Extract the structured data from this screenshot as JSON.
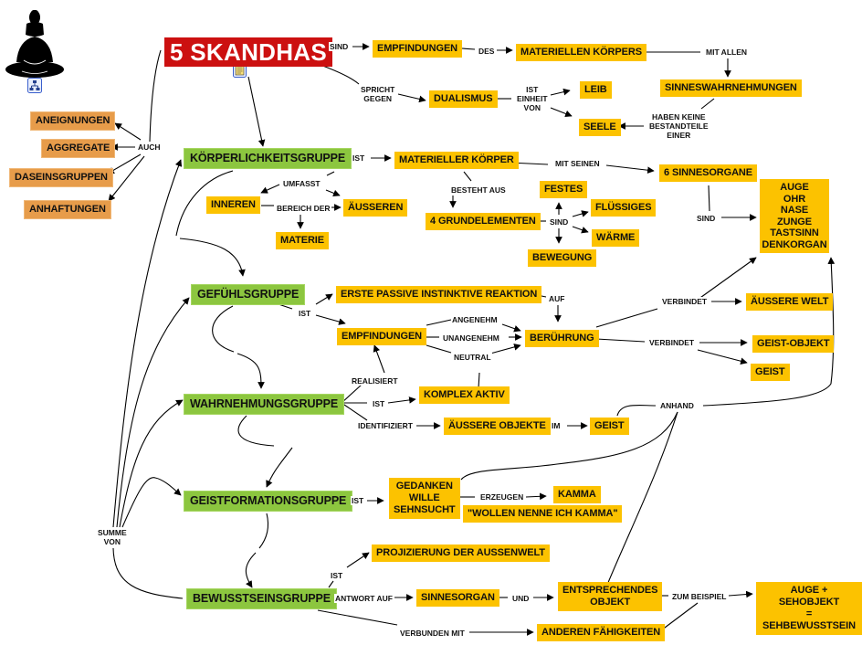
{
  "root": {
    "label": "5 SKANDHAS"
  },
  "colors": {
    "root": "#cc1010",
    "group": "#8cc63f",
    "concept": "#fcc200",
    "synonym": "#e79c4a",
    "line": "#000000"
  },
  "icons": [
    "buddha-figure-icon",
    "hierarchy-icon",
    "note-icon"
  ],
  "synonyms": {
    "label": "AUCH",
    "items": [
      "ANEIGNUNGEN",
      "AGGREGATE",
      "DASEINSGRUPPEN",
      "ANHAFTUNGEN"
    ]
  },
  "top_branch": {
    "sind": "SIND",
    "empfindungen": "EMPFINDUNGEN",
    "des": "DES",
    "materiellen_koerpers": "MATERIELLEN KÖRPERS",
    "mit_allen": "MIT ALLEN",
    "sinneswahrnehmungen": "SINNESWAHRNEHMUNGEN",
    "haben_keine": "HABEN KEINE\nBESTANDTEILE\nEINER",
    "spricht_gegen": "SPRICHT\nGEGEN",
    "dualismus": "DUALISMUS",
    "ist_einheit_von": "IST\nEINHEIT\nVON",
    "leib": "LEIB",
    "seele": "SEELE"
  },
  "groups": {
    "koerper": "KÖRPERLICHKEITSGRUPPE",
    "gefuehl": "GEFÜHLSGRUPPE",
    "wahrnehmung": "WAHRNEHMUNGSGRUPPE",
    "geistformation": "GEISTFORMATIONSGRUPPE",
    "bewusstsein": "BEWUSSTSEINSGRUPPE"
  },
  "summe_von": "SUMME\nVON",
  "koerper_branch": {
    "ist": "IST",
    "materieller_koerper": "MATERIELLER KÖRPER",
    "mit_seinen": "MIT SEINEN",
    "sinnesorgane": "6 SINNESORGANE",
    "sind": "SIND",
    "organ_list": "AUGE\nOHR\nNASE\nZUNGE\nTASTSINN\nDENKORGAN",
    "besteht_aus": "BESTEHT AUS",
    "grundelemente": "4 GRUNDELEMENTEN",
    "sind2": "SIND",
    "festes": "FESTES",
    "fluessiges": "FLÜSSIGES",
    "waerme": "WÄRME",
    "bewegung": "BEWEGUNG",
    "umfasst": "UMFASST",
    "inneren": "INNEREN",
    "aeusseren": "ÄUSSEREN",
    "bereich_der": "BEREICH DER",
    "materie": "MATERIE"
  },
  "gefuehl_branch": {
    "ist": "IST",
    "erste_reaktion": "ERSTE PASSIVE INSTINKTIVE REAKTION",
    "auf": "AUF",
    "empfindungen": "EMPFINDUNGEN",
    "angenehm": "ANGENEHM",
    "unangenehm": "UNANGENEHM",
    "neutral": "NEUTRAL",
    "beruehrung": "BERÜHRUNG",
    "verbindet1": "VERBINDET",
    "aeussere_welt": "ÄUSSERE WELT",
    "verbindet2": "VERBINDET",
    "geist_objekt": "GEIST-OBJEKT",
    "geist": "GEIST"
  },
  "wahrnehmung_branch": {
    "realisiert": "REALISIERT",
    "ist": "IST",
    "komplex_aktiv": "KOMPLEX AKTIV",
    "identifiziert": "IDENTIFIZIERT",
    "aeussere_objekte": "ÄUSSERE OBJEKTE",
    "im": "IM",
    "geist": "GEIST",
    "anhand": "ANHAND"
  },
  "geistformation_branch": {
    "ist": "IST",
    "gedanken": "GEDANKEN\nWILLE\nSEHNSUCHT",
    "erzeugen": "ERZEUGEN",
    "kamma": "KAMMA",
    "zitat": "\"WOLLEN NENNE ICH KAMMA\""
  },
  "bewusstsein_branch": {
    "ist": "IST",
    "projizierung": "PROJIZIERUNG DER AUSSENWELT",
    "antwort_auf": "ANTWORT AUF",
    "sinnesorgan": "SINNESORGAN",
    "und": "UND",
    "entsprechendes_objekt": "ENTSPRECHENDES\nOBJEKT",
    "zum_beispiel": "ZUM BEISPIEL",
    "sehbewusstsein": "AUGE + SEHOBJEKT\n= SEHBEWUSSTSEIN",
    "verbunden_mit": "VERBUNDEN MIT",
    "andere_faehigkeiten": "ANDEREN FÄHIGKEITEN"
  }
}
